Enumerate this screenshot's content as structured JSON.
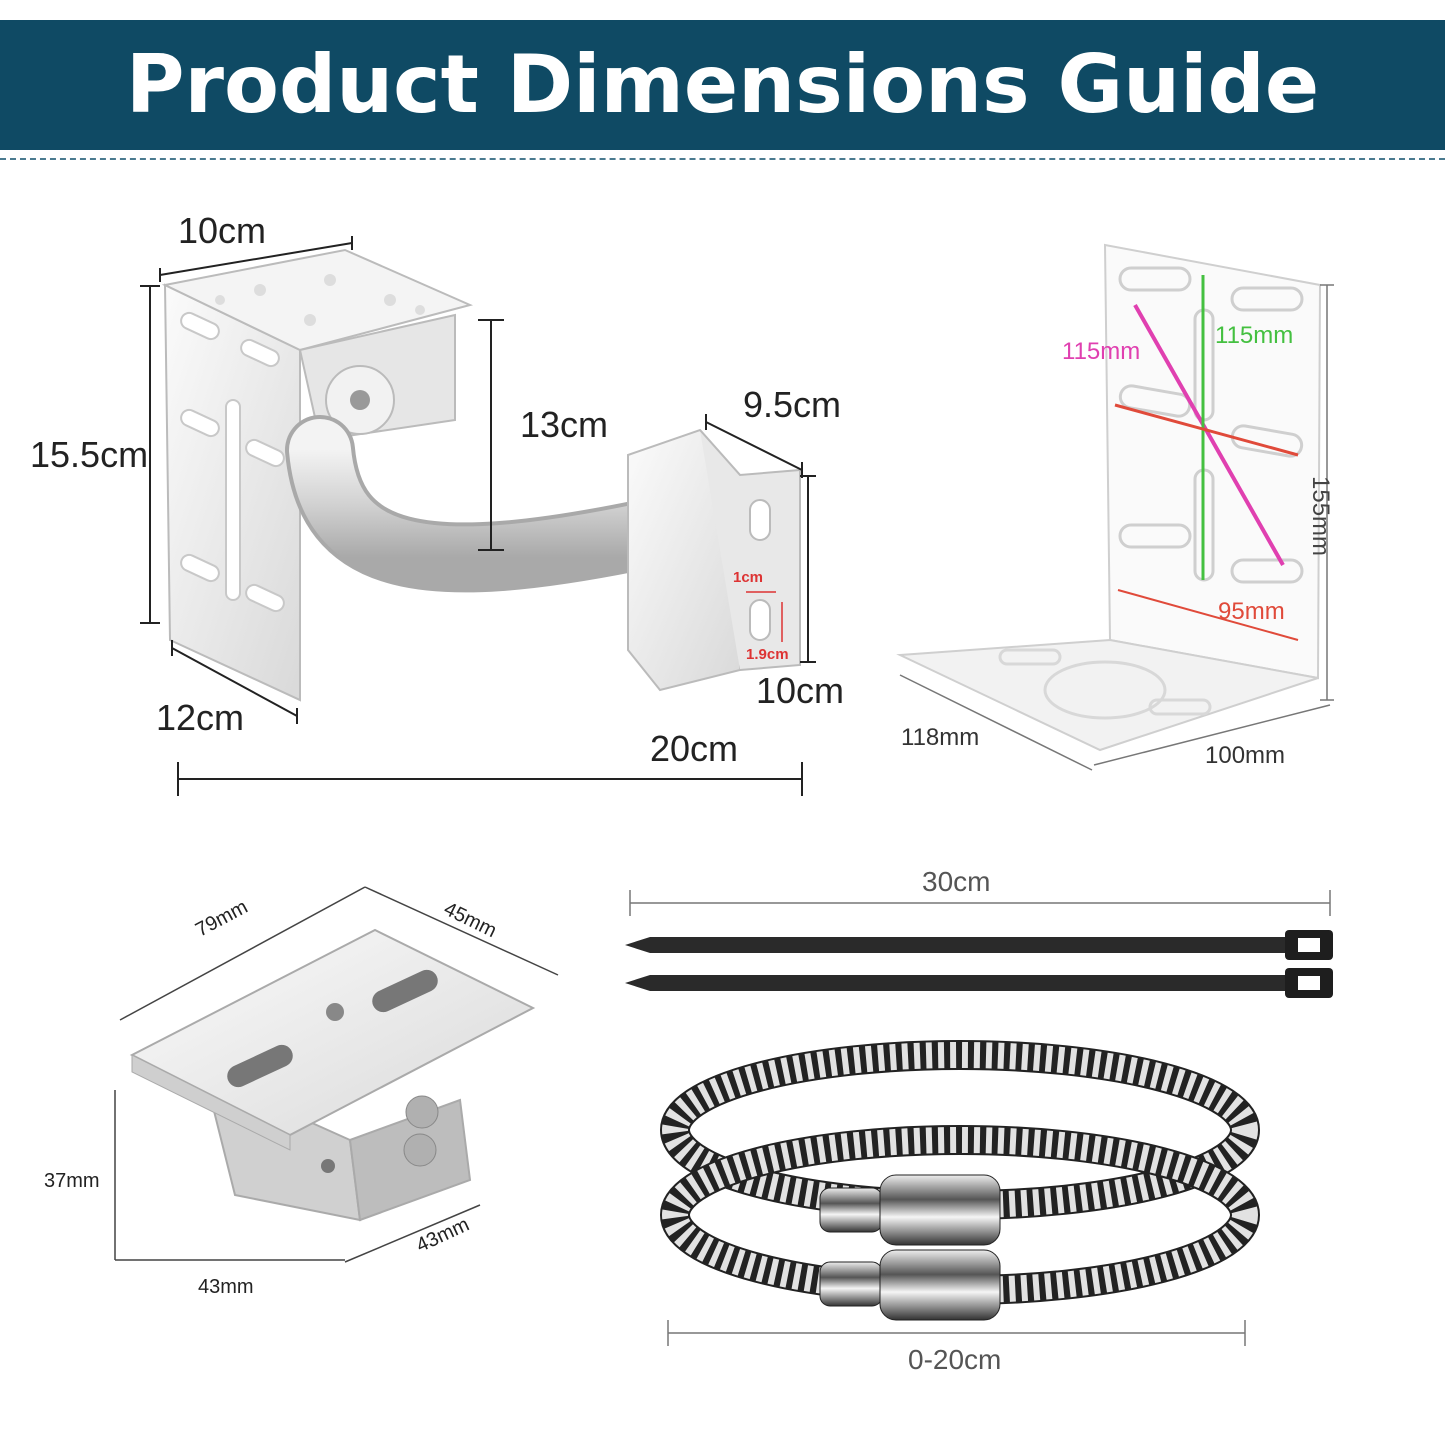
{
  "banner": {
    "title": "Product Dimensions Guide"
  },
  "colors": {
    "banner": "#0f4a64",
    "pink": "#e040b0",
    "green": "#44c040",
    "red": "#e04a3a"
  },
  "main_bracket": {
    "top_width": "10cm",
    "plate_height": "15.5cm",
    "plate_depth": "12cm",
    "arm_drop": "13cm",
    "clamp_width": "9.5cm",
    "slot_width": "1cm",
    "slot_length": "1.9cm",
    "clamp_height": "10cm",
    "total_length": "20cm"
  },
  "l_bracket": {
    "diag_pink": "115mm",
    "vert_green": "115mm",
    "height": "155mm",
    "horiz_red": "95mm",
    "depth": "118mm",
    "width": "100mm"
  },
  "small_bracket": {
    "length": "79mm",
    "width": "45mm",
    "height": "37mm",
    "base_side": "43mm",
    "base_depth": "43mm"
  },
  "cable_ties": {
    "length": "30cm"
  },
  "hose_clamps": {
    "range": "0-20cm"
  }
}
